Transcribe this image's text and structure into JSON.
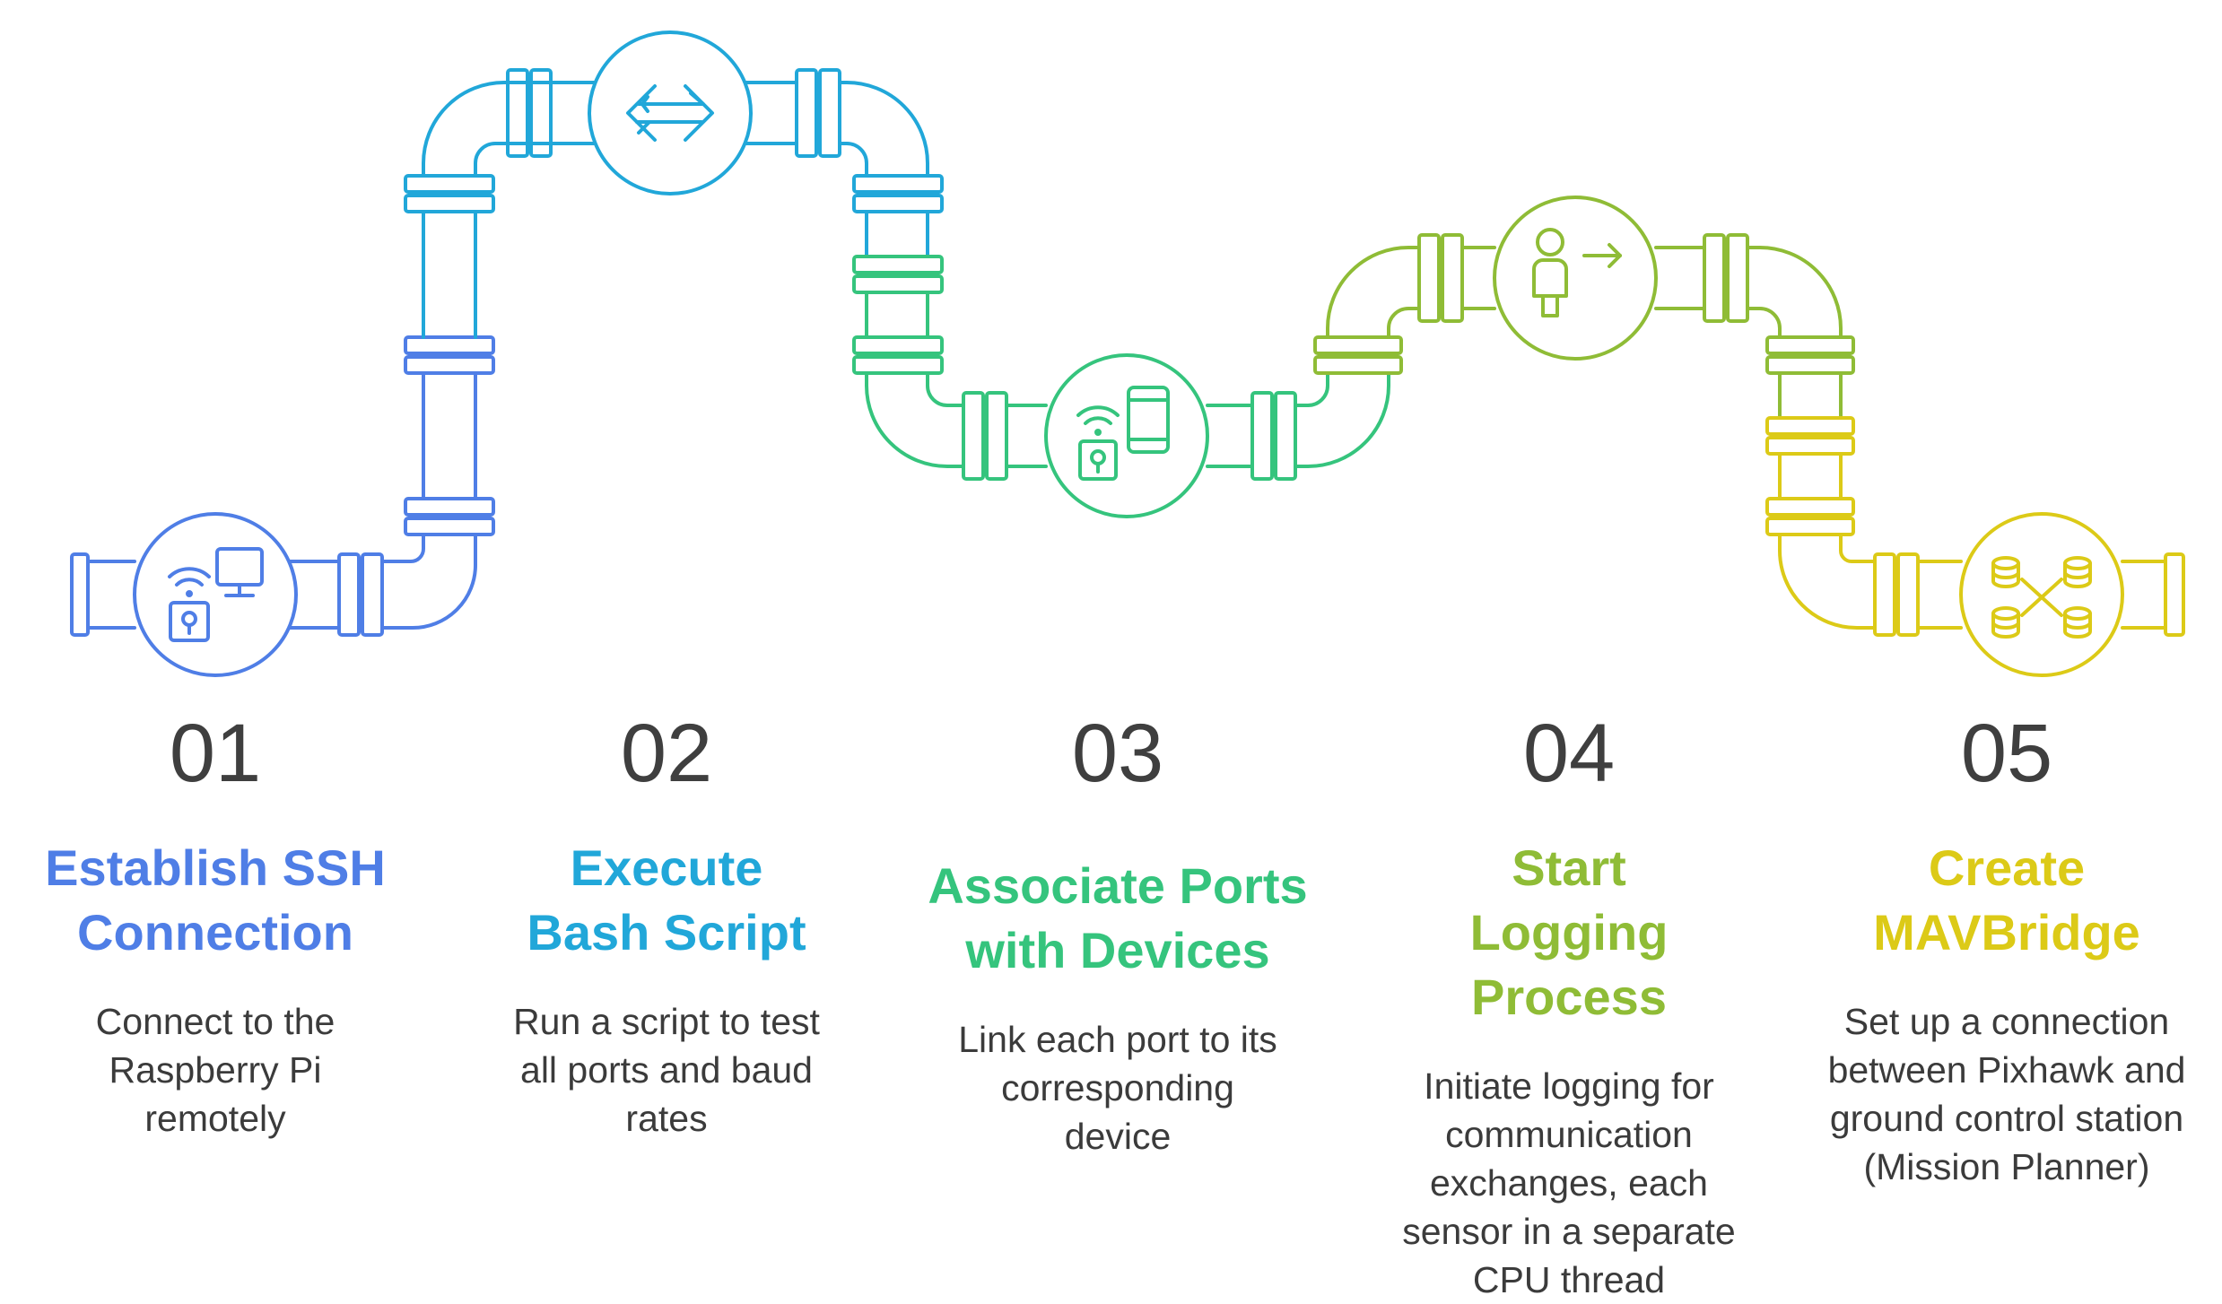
{
  "colors": {
    "step1": "#4f7ee6",
    "step2": "#21a7d9",
    "step3": "#35c47d",
    "step4": "#8fbc36",
    "step5": "#dcca17"
  },
  "steps": [
    {
      "number": "01",
      "title": "Establish SSH Connection",
      "description": "Connect to the Raspberry Pi remotely",
      "icon": "wifi-lock-monitor-icon"
    },
    {
      "number": "02",
      "title": "Execute Bash Script",
      "description": "Run a script to test all ports and baud rates",
      "icon": "code-arrows-icon"
    },
    {
      "number": "03",
      "title": "Associate Ports with Devices",
      "description": "Link each port to its corresponding device",
      "icon": "wifi-lock-phone-icon"
    },
    {
      "number": "04",
      "title": "Start Logging Process",
      "description": "Initiate logging for communication exchanges, each sensor in a separate CPU thread",
      "icon": "person-arrow-icon"
    },
    {
      "number": "05",
      "title": "Create MAVBridge",
      "description": "Set up a connection between Pixhawk and ground control station (Mission Planner)",
      "icon": "database-network-icon"
    }
  ]
}
